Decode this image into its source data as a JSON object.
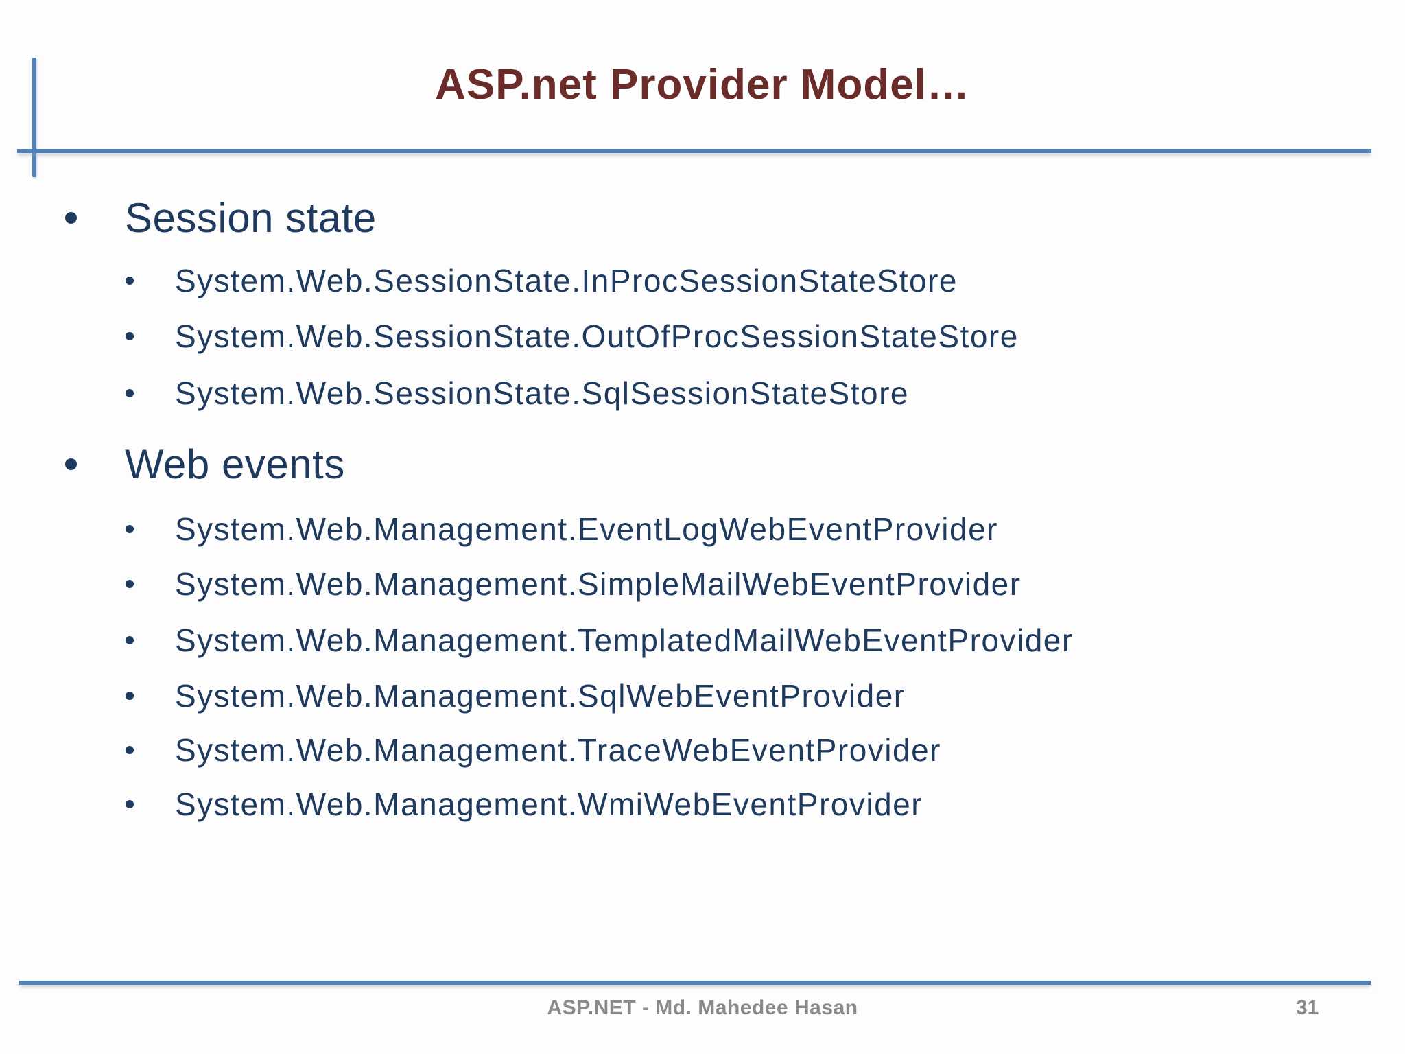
{
  "slide": {
    "title": "ASP.net Provider Model…",
    "sections": [
      {
        "heading": "Session state",
        "items": [
          "System.Web.SessionState.InProcSessionStateStore",
          "System.Web.SessionState.OutOfProcSessionStateStore",
          "System.Web.SessionState.SqlSessionStateStore"
        ]
      },
      {
        "heading": "Web events",
        "items": [
          "System.Web.Management.EventLogWebEventProvider",
          "System.Web.Management.SimpleMailWebEventProvider",
          "System.Web.Management.TemplatedMailWebEventProvider",
          "System.Web.Management.SqlWebEventProvider",
          "System.Web.Management.TraceWebEventProvider",
          "System.Web.Management.WmiWebEventProvider"
        ]
      }
    ],
    "footer": {
      "text": "ASP.NET - Md. Mahedee Hasan",
      "page_number": "31"
    },
    "colors": {
      "title_text": "#6B2B28",
      "body_text": "#1F3A5F",
      "accent_line": "#4F81BD",
      "footer_text": "#8A8A8A"
    }
  }
}
